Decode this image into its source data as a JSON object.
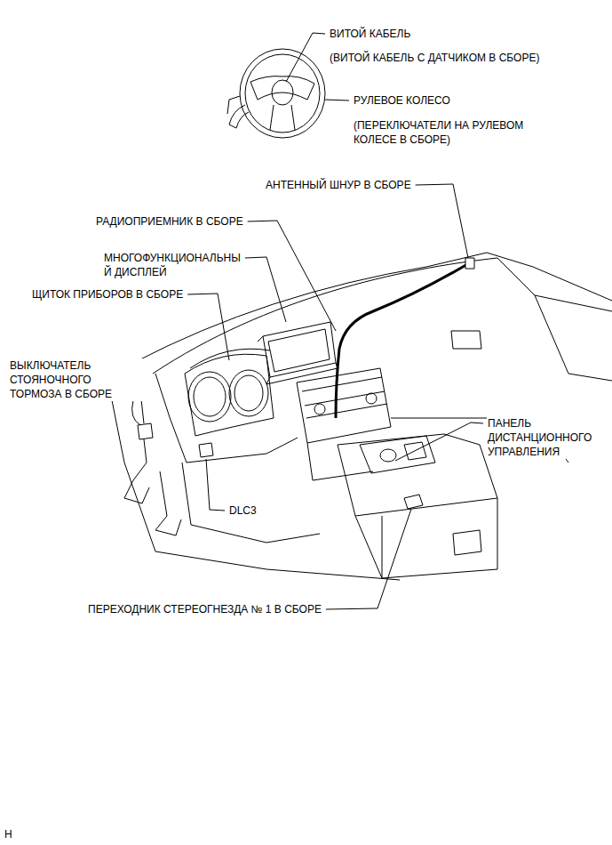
{
  "diagram": {
    "labels": [
      "ВИТОЙ КАБЕЛЬ",
      "(ВИТОЙ КАБЕЛЬ С ДАТЧИКОМ В СБОРЕ)",
      "РУЛЕВОЕ КОЛЕСО",
      "(ПЕРЕКЛЮЧАТЕЛИ НА РУЛЕВОМ КОЛЕСЕ В СБОРЕ)",
      "АНТЕННЫЙ ШНУР В СБОРЕ",
      "РАДИОПРИЕМНИК В СБОРЕ",
      "МНОГОФУНКЦИОНАЛЬНЫ Й ДИСПЛЕЙ",
      "ЩИТОК ПРИБОРОВ В СБОРЕ",
      "ВЫКЛЮЧАТЕЛЬ СТОЯНОЧНОГО ТОРМОЗА В СБОРЕ",
      "ПАНЕЛЬ ДИСТАНЦИОННОГО УПРАВЛЕНИЯ",
      "DLC3",
      "ПЕРЕХОДНИК СТЕРЕОГНЕЗДА № 1 В СБОРЕ",
      "H"
    ]
  }
}
